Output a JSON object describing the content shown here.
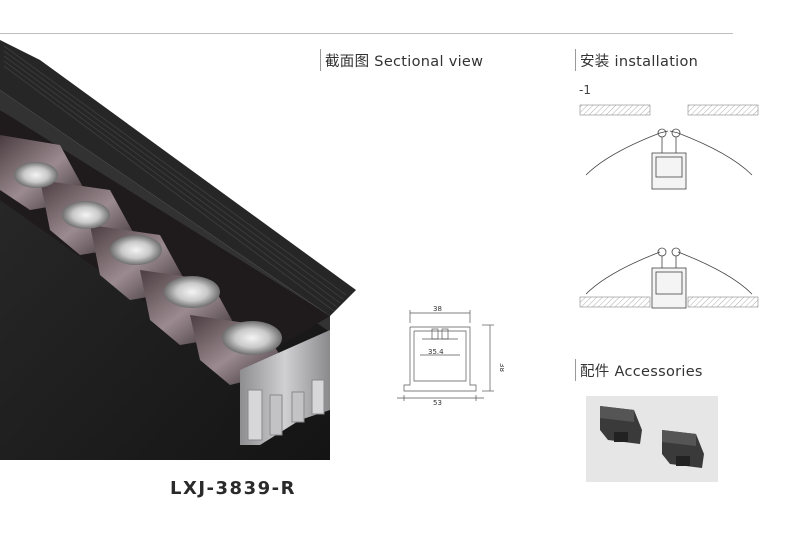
{
  "sections": {
    "sectional": {
      "title": "截面图 Sectional view"
    },
    "installation": {
      "title": "安装 installation",
      "step": "-1"
    },
    "accessories": {
      "title": "配件 Accessories"
    }
  },
  "product": {
    "code": "LXJ-3839-R"
  },
  "dimensions": {
    "width_top": "38",
    "inner": "35.4",
    "width_bottom": "53",
    "height": "38"
  },
  "colors": {
    "rule": "#bdbdbd",
    "housing": "#1c1c1c",
    "aluminium": "#a9a9ab",
    "accessory_bg": "#e6e6e6"
  }
}
